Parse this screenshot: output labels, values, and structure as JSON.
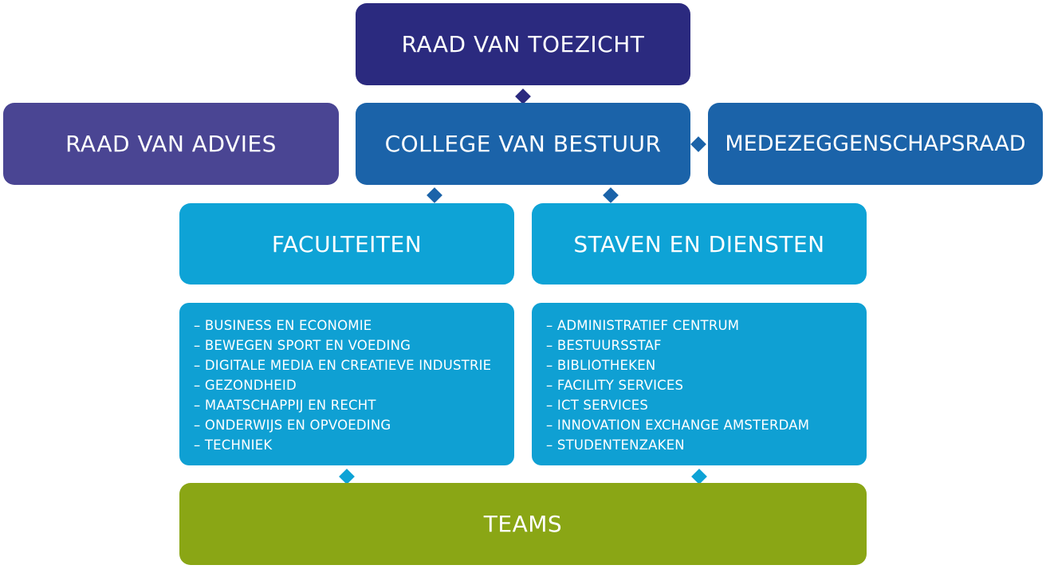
{
  "raad_van_toezicht": "RAAD VAN TOEZICHT",
  "raad_van_advies": "RAAD VAN ADVIES",
  "college_van_bestuur": "COLLEGE VAN BESTUUR",
  "medezeggenschapsraad": "MEDEZEGGENSCHAPSRAAD",
  "faculteiten": {
    "title": "FACULTEITEN",
    "items": [
      "BUSINESS EN ECONOMIE",
      "BEWEGEN SPORT EN VOEDING",
      "DIGITALE MEDIA EN CREATIEVE INDUSTRIE",
      "GEZONDHEID",
      "MAATSCHAPPIJ EN RECHT",
      "ONDERWIJS EN OPVOEDING",
      "TECHNIEK"
    ]
  },
  "staven_en_diensten": {
    "title": "STAVEN EN DIENSTEN",
    "items": [
      "ADMINISTRATIEF CENTRUM",
      "BESTUURSSTAF",
      "BIBLIOTHEKEN",
      "FACILITY SERVICES",
      "ICT SERVICES",
      "INNOVATION EXCHANGE AMSTERDAM",
      "STUDENTENZAKEN"
    ]
  },
  "teams": "TEAMS",
  "colors": {
    "dark_navy": "#2b2a7f",
    "purple": "#4a4593",
    "mid_blue": "#1b63a9",
    "cyan": "#0ea3d6",
    "green": "#8aa615"
  }
}
